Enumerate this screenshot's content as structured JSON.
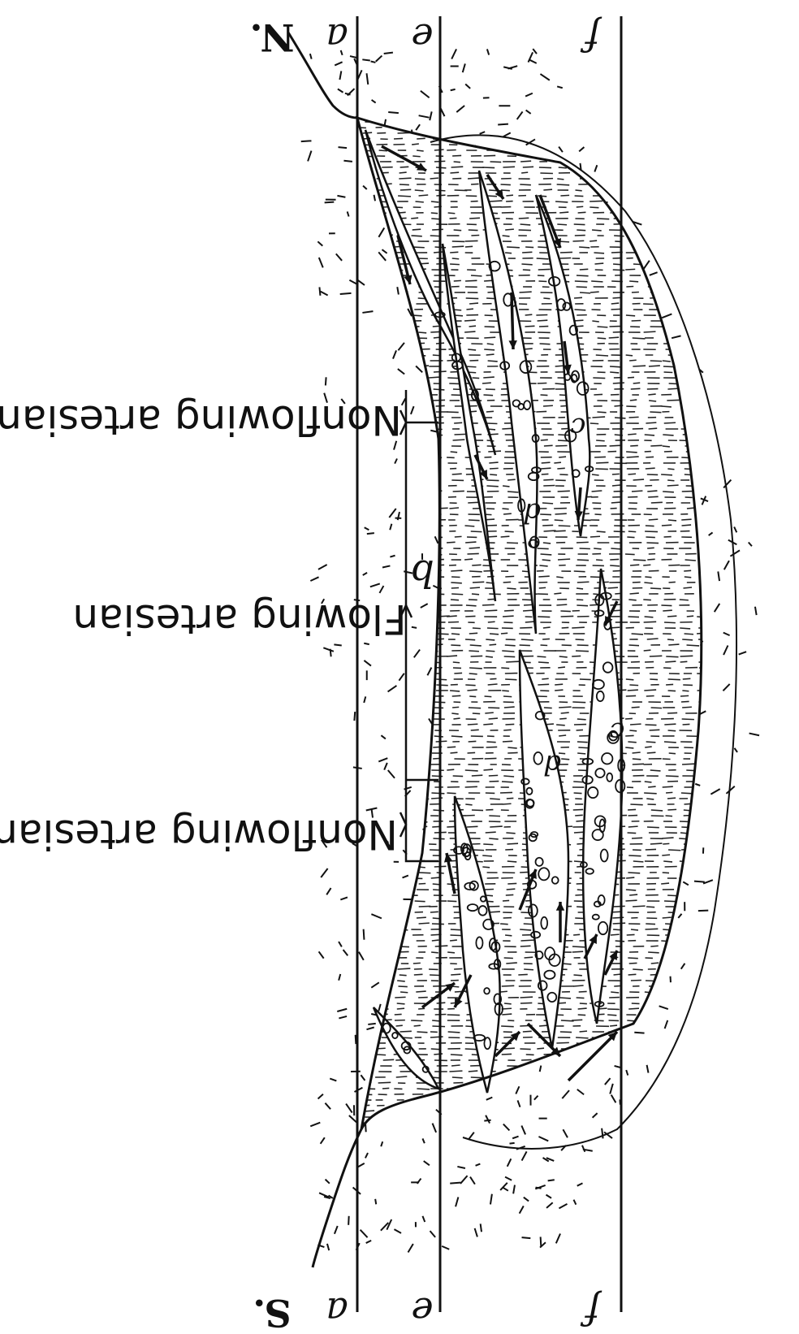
{
  "figure": {
    "direction_labels": {
      "north": "N.",
      "south": "S."
    },
    "level_lines": [
      {
        "id": "a",
        "label": "a"
      },
      {
        "id": "e",
        "label": "e"
      },
      {
        "id": "f",
        "label": "f"
      }
    ],
    "zone_labels": {
      "upper_nonflowing": "Nonflowing artesian",
      "flowing": "Flowing artesian",
      "lower_nonflowing": "Nonflowing artesian"
    },
    "inner_letters": {
      "b": "b",
      "c_upper": "c",
      "c_lower": "c",
      "d_upper": "d",
      "d_lower": "d"
    }
  }
}
